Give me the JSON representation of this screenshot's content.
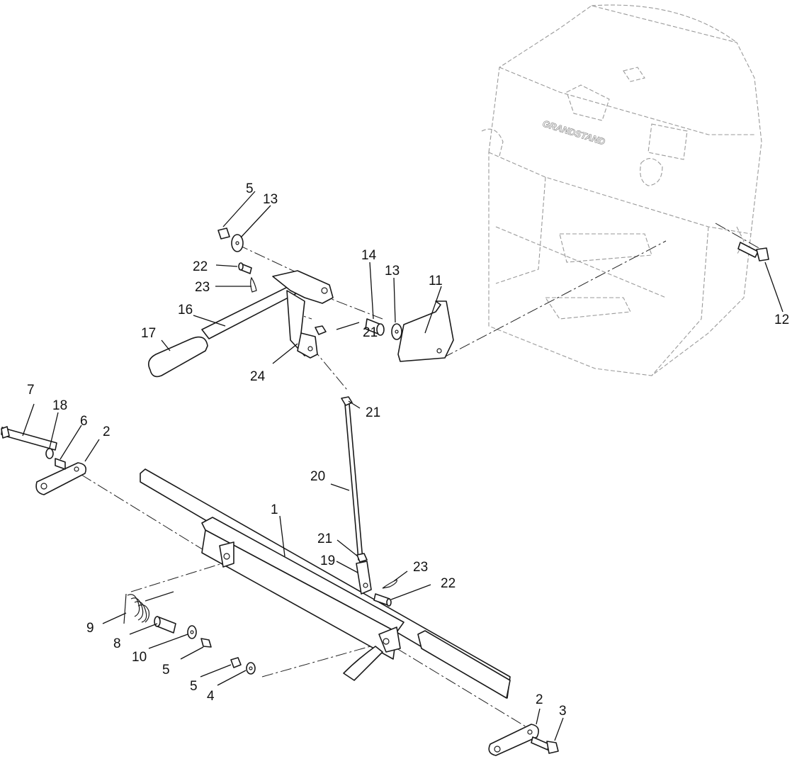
{
  "diagram": {
    "type": "exploded-parts-diagram",
    "brand_label": "GRANDSTAND",
    "callouts": [
      {
        "id": "c1",
        "label": "1"
      },
      {
        "id": "c2a",
        "label": "2"
      },
      {
        "id": "c2b",
        "label": "2"
      },
      {
        "id": "c3",
        "label": "3"
      },
      {
        "id": "c4",
        "label": "4"
      },
      {
        "id": "c5a",
        "label": "5"
      },
      {
        "id": "c5b",
        "label": "5"
      },
      {
        "id": "c5c",
        "label": "5"
      },
      {
        "id": "c6",
        "label": "6"
      },
      {
        "id": "c7",
        "label": "7"
      },
      {
        "id": "c8",
        "label": "8"
      },
      {
        "id": "c9",
        "label": "9"
      },
      {
        "id": "c10",
        "label": "10"
      },
      {
        "id": "c11",
        "label": "11"
      },
      {
        "id": "c12",
        "label": "12"
      },
      {
        "id": "c13a",
        "label": "13"
      },
      {
        "id": "c13b",
        "label": "13"
      },
      {
        "id": "c14",
        "label": "14"
      },
      {
        "id": "c16",
        "label": "16"
      },
      {
        "id": "c17",
        "label": "17"
      },
      {
        "id": "c18",
        "label": "18"
      },
      {
        "id": "c19",
        "label": "19"
      },
      {
        "id": "c20",
        "label": "20"
      },
      {
        "id": "c21a",
        "label": "21"
      },
      {
        "id": "c21b",
        "label": "21"
      },
      {
        "id": "c21c",
        "label": "21"
      },
      {
        "id": "c22a",
        "label": "22"
      },
      {
        "id": "c22b",
        "label": "22"
      },
      {
        "id": "c23a",
        "label": "23"
      },
      {
        "id": "c23b",
        "label": "23"
      },
      {
        "id": "c24",
        "label": "24"
      }
    ]
  }
}
